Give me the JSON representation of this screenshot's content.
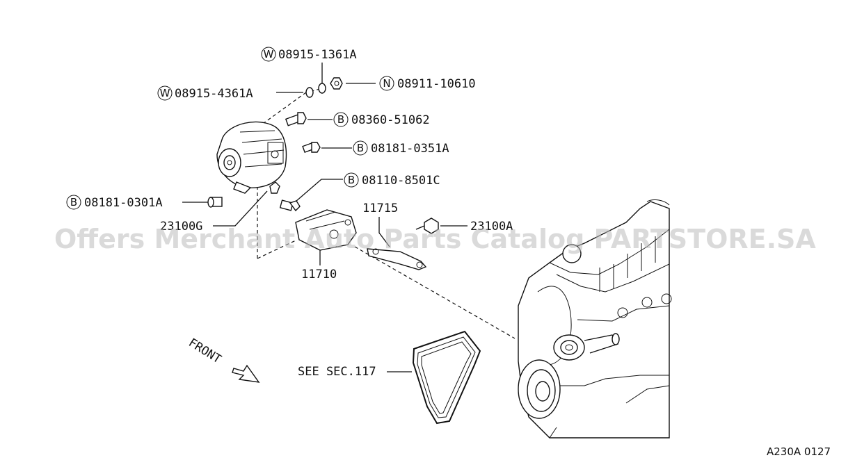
{
  "parts": [
    {
      "id": "w1",
      "circle": "W",
      "number": "08915-1361A"
    },
    {
      "id": "w2",
      "circle": "W",
      "number": "08915-4361A"
    },
    {
      "id": "n1",
      "circle": "N",
      "number": "08911-10610"
    },
    {
      "id": "b1",
      "circle": "B",
      "number": "08360-51062"
    },
    {
      "id": "b2",
      "circle": "B",
      "number": "08181-0351A"
    },
    {
      "id": "b3",
      "circle": "B",
      "number": "08110-8501C"
    },
    {
      "id": "b4",
      "circle": "B",
      "number": "08181-0301A"
    },
    {
      "id": "p1",
      "circle": "",
      "number": "23100G"
    },
    {
      "id": "p2",
      "circle": "",
      "number": "11715"
    },
    {
      "id": "p3",
      "circle": "",
      "number": "23100A"
    },
    {
      "id": "p4",
      "circle": "",
      "number": "11710"
    }
  ],
  "see_note": "SEE SEC.117",
  "front_label": "FRONT",
  "watermark": "Offers Merchant Auto Parts Catalog PARTSTORE.SA",
  "diagram_code": "A230A 0127"
}
